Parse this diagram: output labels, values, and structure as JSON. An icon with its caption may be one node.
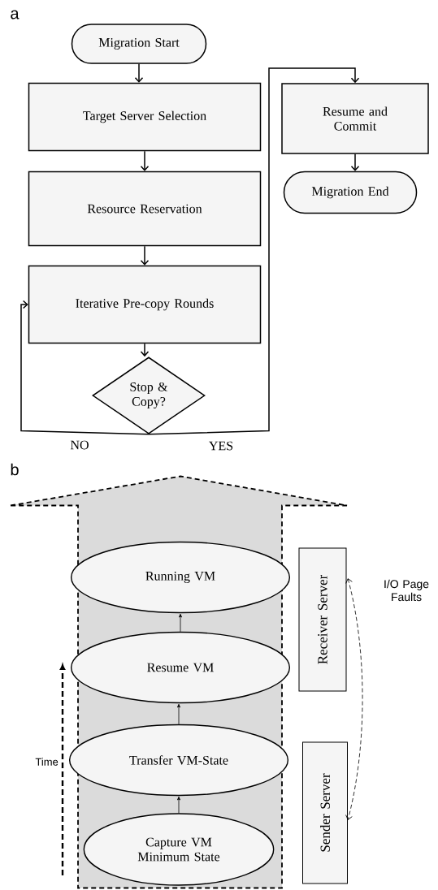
{
  "diagram": {
    "nodes": [
      {
        "text": [
          "Migration Start"
        ]
      },
      {
        "text": [
          "Target Server Selection"
        ]
      },
      {
        "text": [
          "Resource Reservation"
        ]
      },
      {
        "text": [
          "Iterative Pre-copy Rounds"
        ]
      },
      {
        "text": [
          "Stop & Copy?"
        ]
      },
      {
        "text": [
          "Resume and Commit"
        ]
      },
      {
        "text": [
          "Migration End"
        ]
      },
      {
        "text": [],
        "shape": "arrow"
      },
      {
        "text": [
          "Running VM"
        ],
        "in": 7
      },
      {
        "text": [
          "Resume VM"
        ],
        "in": 7
      },
      {
        "text": [
          "Transfer VM-State"
        ],
        "in": 7
      },
      {
        "text": [
          "Capture VM Minimum State"
        ],
        "in": 7
      },
      {
        "text": [
          "Receiver Server"
        ]
      },
      {
        "text": [
          "Sender Server"
        ]
      }
    ],
    "edges": [
      {
        "from": 0,
        "to": 1,
        "arrow": "to"
      },
      {
        "from": 1,
        "to": 2,
        "arrow": "to"
      },
      {
        "from": 2,
        "to": 3,
        "arrow": "to"
      },
      {
        "from": 3,
        "to": 4,
        "arrow": "to"
      },
      {
        "from": 4,
        "to": 3,
        "arrow": "to",
        "label": "NO"
      },
      {
        "from": 4,
        "to": 5,
        "arrow": "to",
        "label": "YES"
      },
      {
        "from": 5,
        "to": 6,
        "arrow": "to"
      },
      {
        "from": 11,
        "to": 10,
        "arrow": "to"
      },
      {
        "from": 10,
        "to": 9,
        "arrow": "to"
      },
      {
        "from": 9,
        "to": 8,
        "arrow": "to"
      },
      {
        "from": 12,
        "to": 13,
        "arrow": "both",
        "style": "dashed",
        "label": "I/O Page Faults"
      }
    ],
    "labels": [
      "a",
      "b",
      "Time"
    ]
  }
}
